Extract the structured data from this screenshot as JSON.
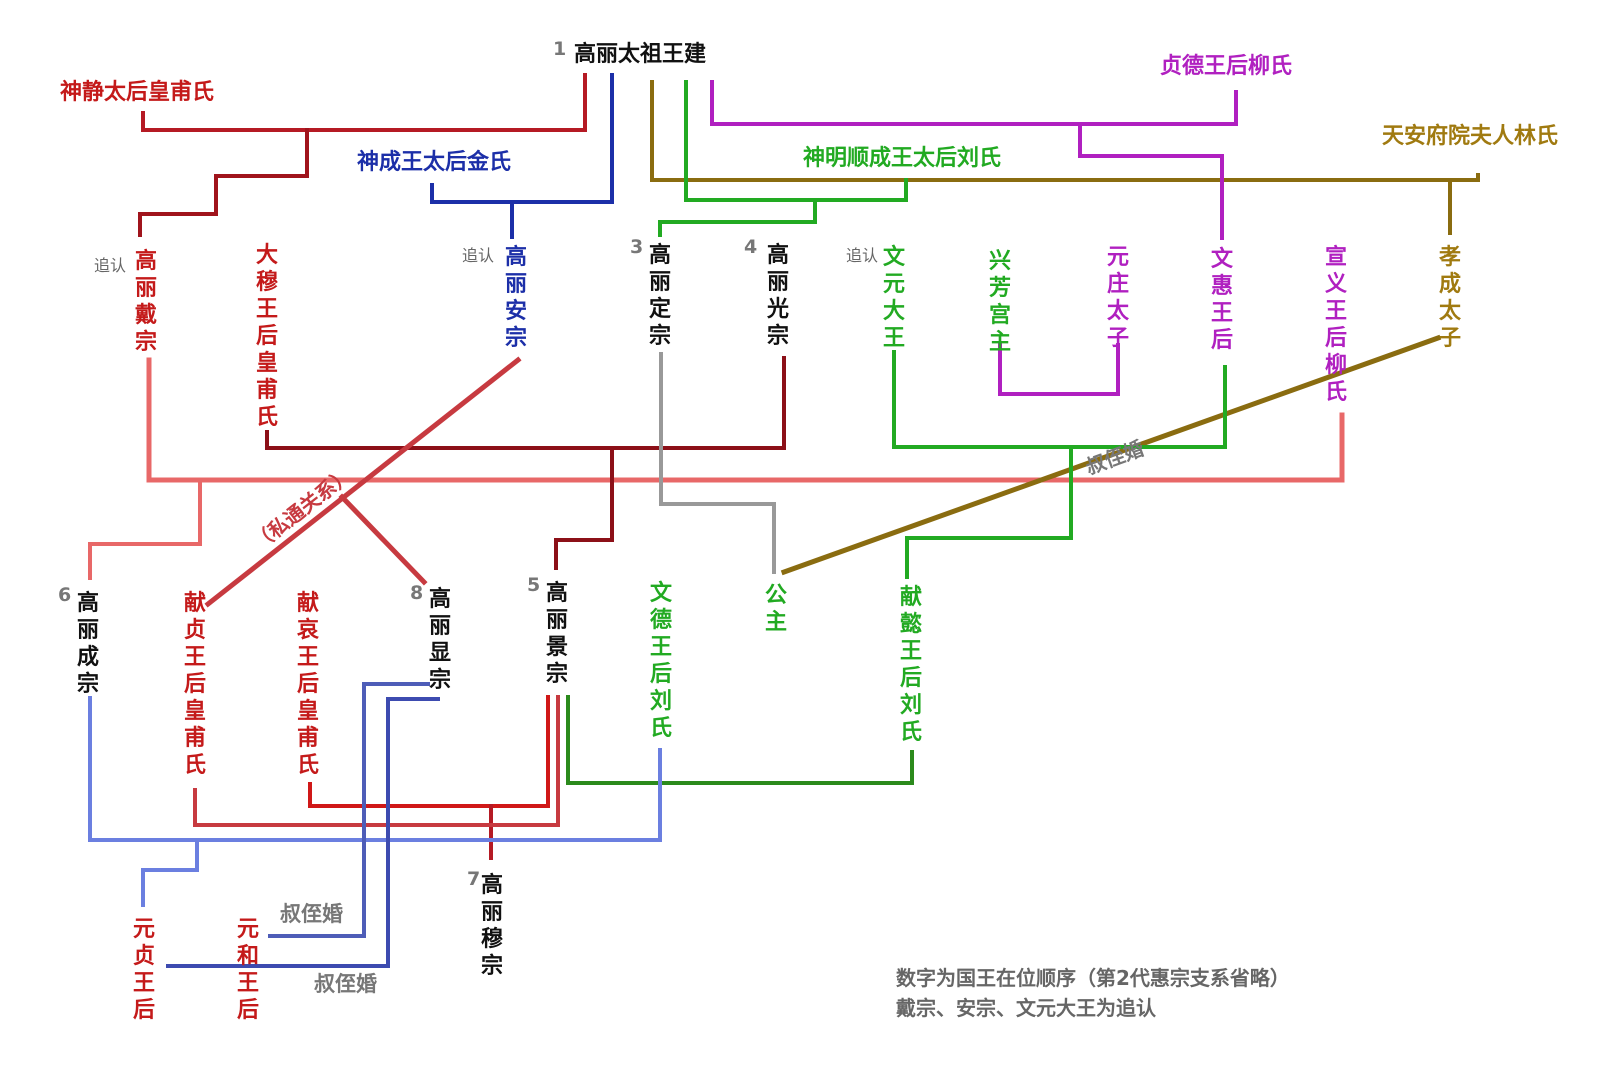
{
  "colors": {
    "black": "#111111",
    "red": "#c41a1a",
    "dark_red": "#8c1018",
    "salmon": "#e86868",
    "navy": "#1c2fa8",
    "light_blue": "#6b7fe0",
    "steel_blue": "#4e5db8",
    "green": "#22aa22",
    "dark_green": "#2b8a1c",
    "purple": "#b020c0",
    "olive": "#8a6c10",
    "gray": "#999999"
  },
  "people": {
    "taizu": "高丽太祖王建",
    "shenjing": "神静太后皇甫氏",
    "shencheng": "神成王太后金氏",
    "shenming": "神明顺成王太后刘氏",
    "zhende": "贞德王后柳氏",
    "tianan": "天安府院夫人林氏",
    "daizong": "高丽戴宗",
    "damu": "大穆王后皇甫氏",
    "anzong": "高丽安宗",
    "dingzong": "高丽定宗",
    "guangzong": "高丽光宗",
    "wenyuan": "文元大王",
    "xingfang": "兴芳宫主",
    "yuanzhuang": "元庄太子",
    "wenhui": "文惠王后",
    "xuanyi": "宣义王后柳氏",
    "xiaocheng": "孝成太子",
    "chengzong": "高丽成宗",
    "xianzhen": "献贞王后皇甫氏",
    "xianai": "献哀王后皇甫氏",
    "xianzong": "高丽显宗",
    "jingzong": "高丽景宗",
    "wende": "文德王后刘氏",
    "gongzhu": "公主",
    "xianyi": "献懿王后刘氏",
    "muzong": "高丽穆宗",
    "yuanzhen": "元贞王后",
    "yuanhe": "元和王后"
  },
  "reign_numbers": {
    "taizu": "1",
    "dingzong": "3",
    "guangzong": "4",
    "jingzong": "5",
    "chengzong": "6",
    "muzong": "7",
    "xianzong": "8"
  },
  "tags": {
    "zhuiren": "追认",
    "si_tong": "（私通关系）",
    "shu_zhi_hun": "叔侄婚"
  },
  "notes": {
    "line1": "数字为国王在位顺序（第2代惠宗支系省略）",
    "line2": "戴宗、安宗、文元大王为追认"
  }
}
